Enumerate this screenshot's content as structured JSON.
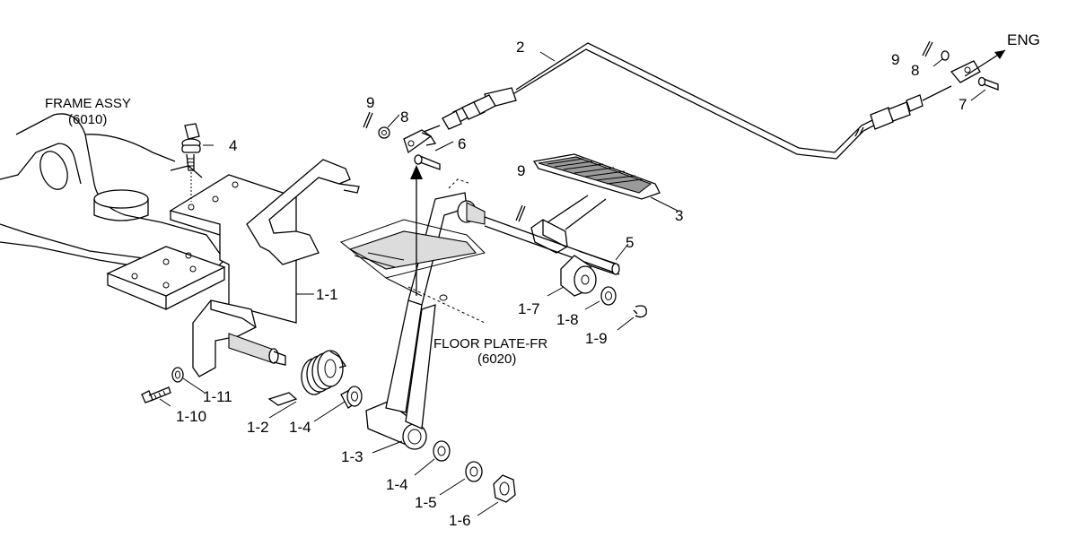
{
  "diagram": {
    "labels": {
      "frame_assy": "FRAME ASSY",
      "frame_assy_code": "(6010)",
      "floor_plate": "FLOOR PLATE-FR",
      "floor_plate_code": "(6020)",
      "eng": "ENG",
      "p2": "2",
      "p3": "3",
      "p4": "4",
      "p5": "5",
      "p6": "6",
      "p7": "7",
      "p8a": "8",
      "p8b": "8",
      "p9a": "9",
      "p9b": "9",
      "p9c": "9",
      "p1_1": "1-1",
      "p1_2": "1-2",
      "p1_3": "1-3",
      "p1_4a": "1-4",
      "p1_4b": "1-4",
      "p1_5": "1-5",
      "p1_6": "1-6",
      "p1_7": "1-7",
      "p1_8": "1-8",
      "p1_9": "1-9",
      "p1_10": "1-10",
      "p1_11": "1-11"
    }
  }
}
